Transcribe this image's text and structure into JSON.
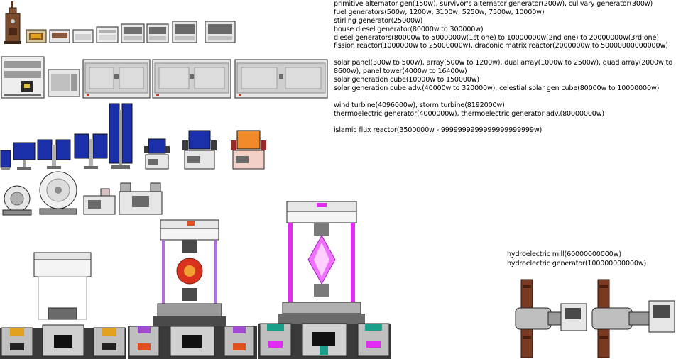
{
  "generator_list": {
    "group_1": [
      "primitive alternator gen(150w), survivor's alternator generator(200w), culivary generator(300w)",
      "fuel generators(500w, 1200w, 3100w, 5250w, 7500w, 10000w)",
      "stirling generator(25000w)",
      "house diesel generator(80000w to 300000w)",
      "diesel generators(80000w to 5000000w(1st one) to 10000000w(2nd one) to 20000000w(3rd one)",
      "fission reactor(1000000w to 25000000w), draconic matrix reactor(2000000w to 50000000000000w)"
    ],
    "group_2": [
      "solar panel(300w to 500w), array(500w to 1200w), dual array(1000w to 2500w), quad array(2000w to",
      "8600w), panel tower(4000w to 16400w)",
      "solar generation cube(10000w to 150000w)",
      "solar generation cube adv.(40000w to 320000w), celestial solar gen cube(80000w to 10000000w)"
    ],
    "group_3": [
      "wind turbine(4096000w), storm turbine(8192000w)",
      "thermoelectric generator(4000000w), thermoelectric generator adv.(80000000w)"
    ],
    "group_4": [
      "islamic flux reactor(3500000w - 9999999999999999999999w)"
    ],
    "hydro": [
      "hydroelectric mill(60000000000w)",
      "hydroelectric generator(100000000000w)"
    ]
  },
  "colors": {
    "steel_light": "#e6e6e6",
    "steel_mid": "#b9b9b9",
    "steel_dark": "#6f6f6f",
    "outline": "#262626",
    "solar_blue": "#1a2fa8",
    "reactor_red": "#d8321e",
    "plasma_magenta": "#e02bf0",
    "teal": "#1aa08a",
    "wood": "#7a3a22",
    "gold": "#e0a020"
  }
}
